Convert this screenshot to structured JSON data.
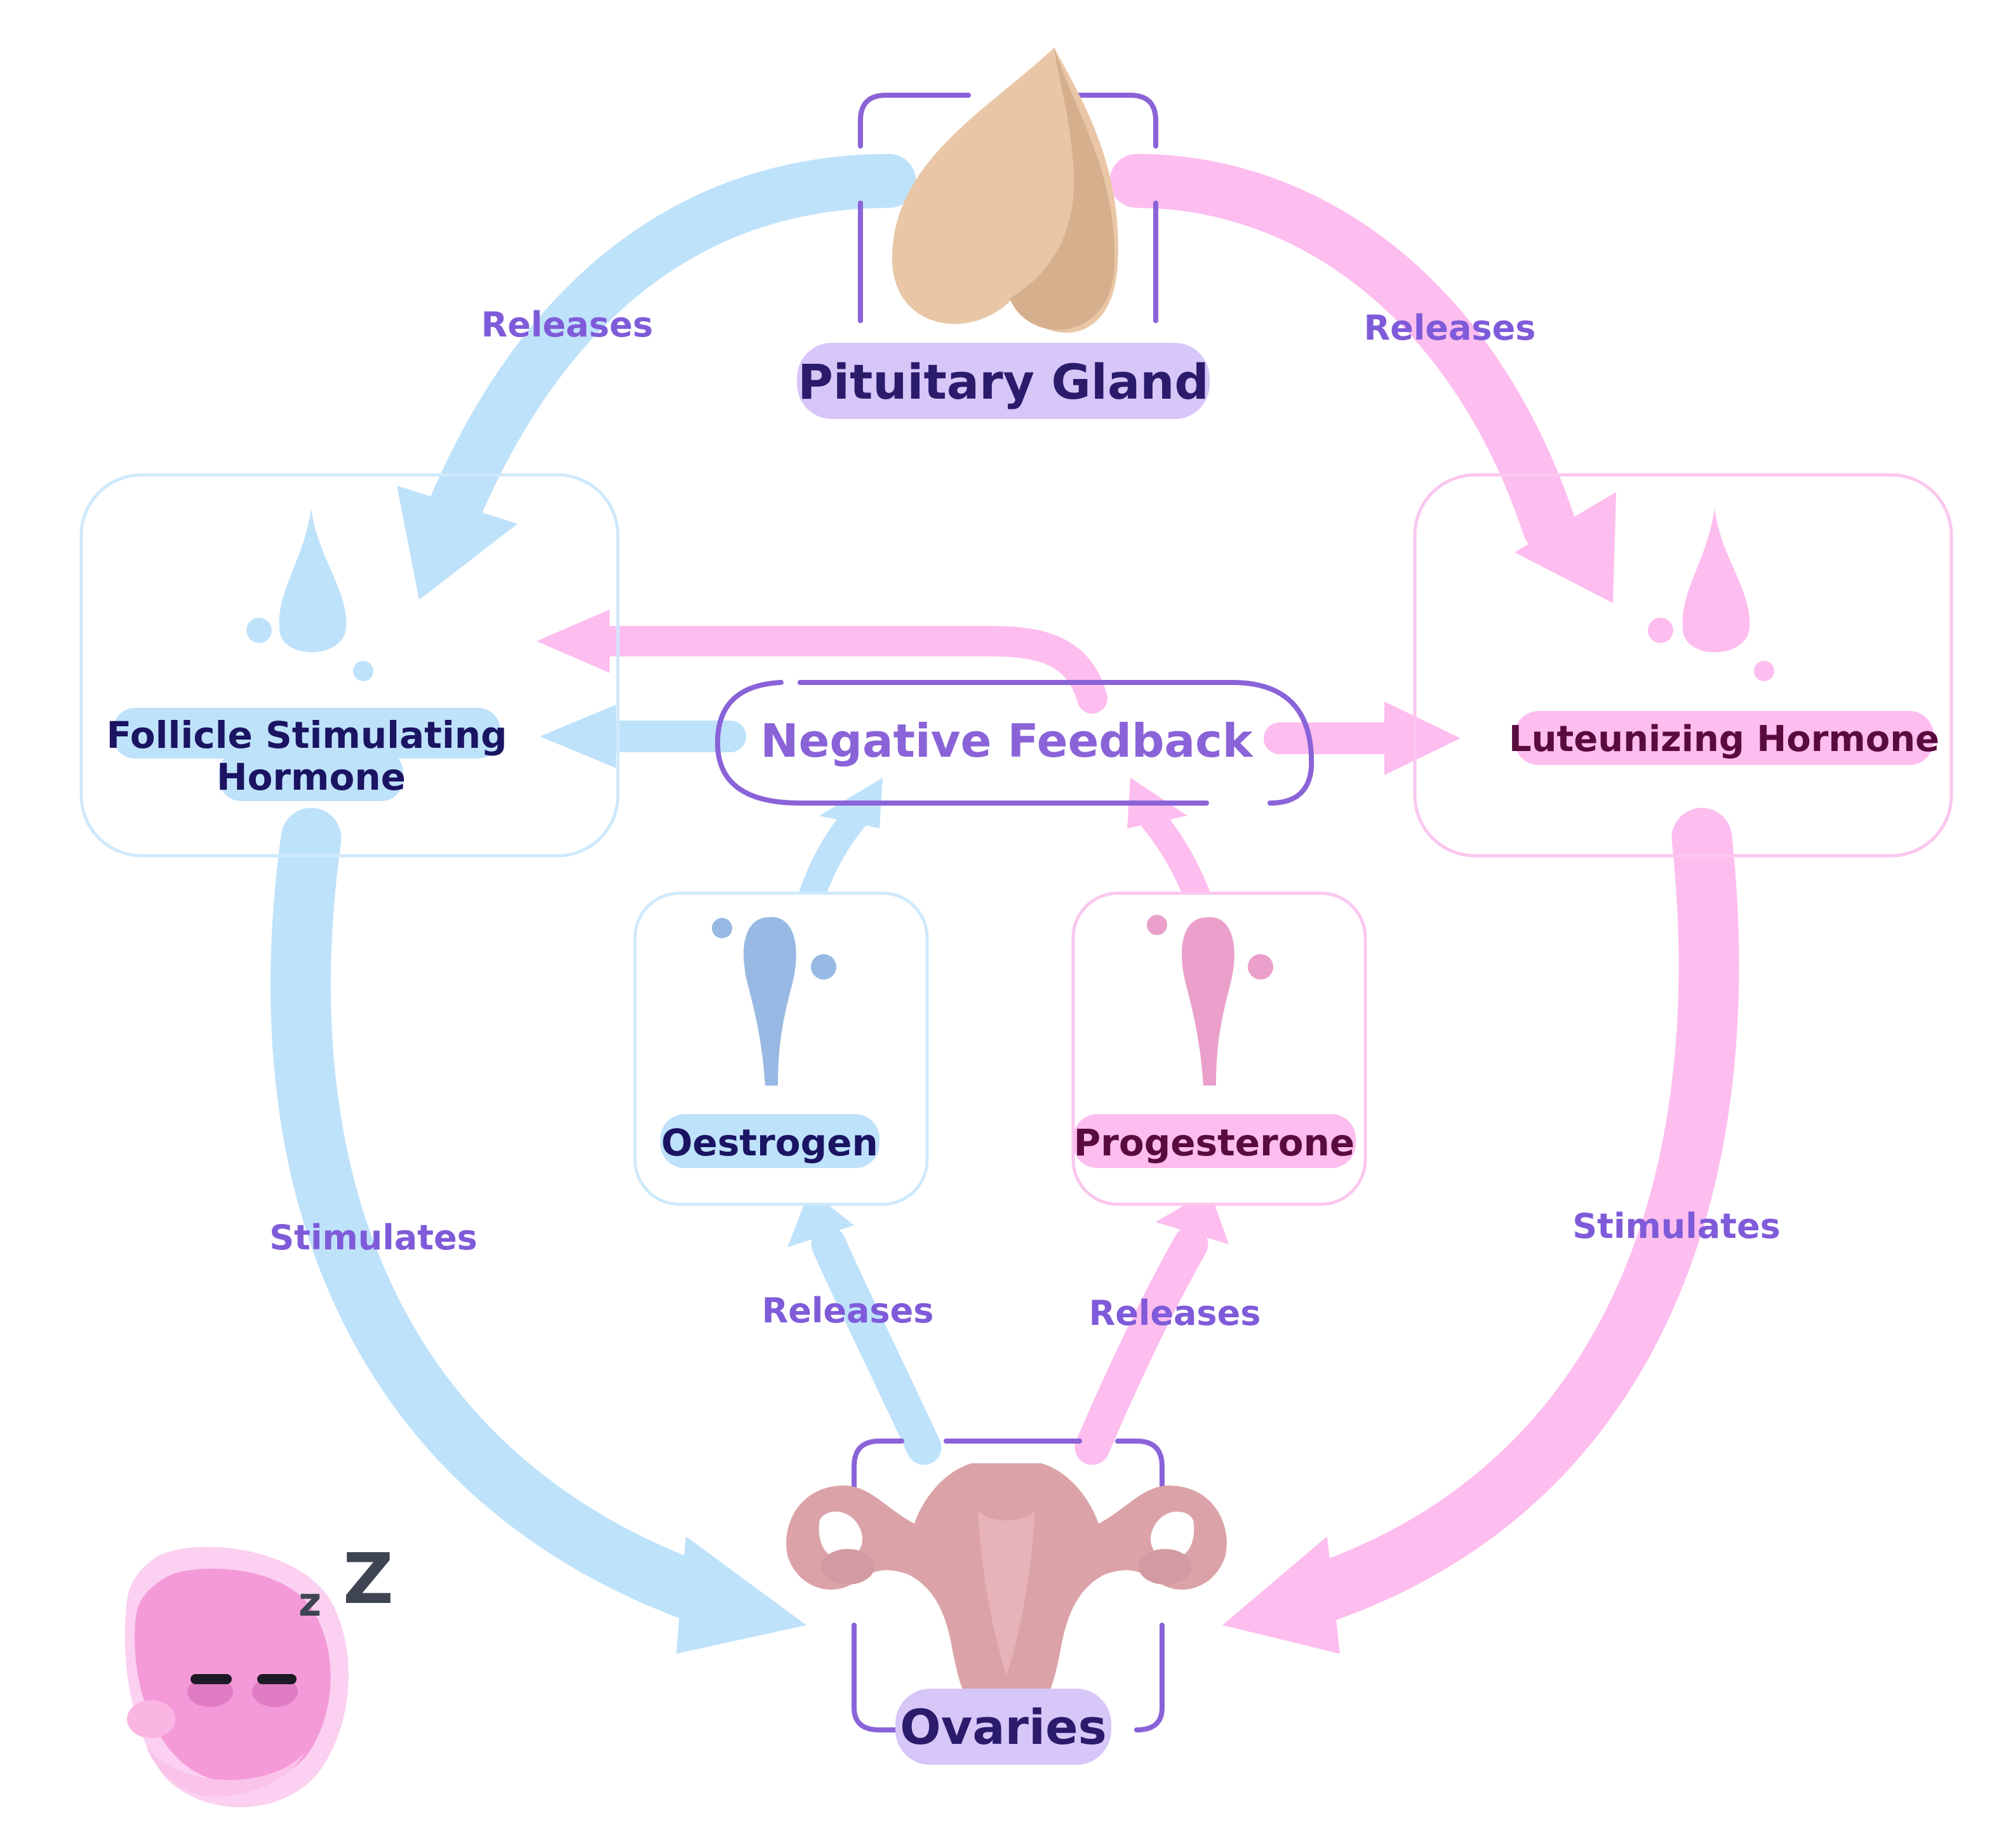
{
  "nodes": {
    "pituitary": {
      "label": "Pituitary Gland"
    },
    "fsh": {
      "label_line1": "Follicle Stimulating",
      "label_line2": "Hormone"
    },
    "lh": {
      "label": "Luteunizing Hormone"
    },
    "feedback": {
      "label": "Negative Feedback"
    },
    "oestrogen": {
      "label": "Oestrogen"
    },
    "progesterone": {
      "label": "Progesterone"
    },
    "ovaries": {
      "label": "Ovaries"
    }
  },
  "edges": {
    "pituitary_to_fsh": "Releases",
    "pituitary_to_lh": "Releases",
    "fsh_to_ovaries": "Stimulates",
    "lh_to_ovaries": "Stimulates",
    "ovaries_to_oestrogen": "Releases",
    "ovaries_to_progesterone": "Releases"
  },
  "mascot": {
    "snore": "Z",
    "snore_small": "z"
  },
  "colors": {
    "blue": "#bfe2fb",
    "pink": "#fdbdee",
    "purple": "#8a63d8",
    "label_bg": "#d7c6f8",
    "dark_blue_text": "#1a1463",
    "dark_pink_text": "#5a0b3d",
    "verb_text": "#7f5bd9"
  }
}
